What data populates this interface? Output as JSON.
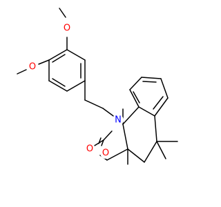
{
  "molecule": {
    "atoms": {
      "o_methoxy_top": {
        "symbol": "O"
      },
      "o_methoxy_left": {
        "symbol": "O"
      },
      "n_ring": {
        "symbol": "N"
      },
      "o_carbonyl": {
        "symbol": "O"
      },
      "o_ring": {
        "symbol": "O"
      }
    },
    "colors": {
      "bond": "#000000",
      "oxygen": "#ff0000",
      "nitrogen": "#0000ff",
      "background": "#ffffff"
    }
  }
}
